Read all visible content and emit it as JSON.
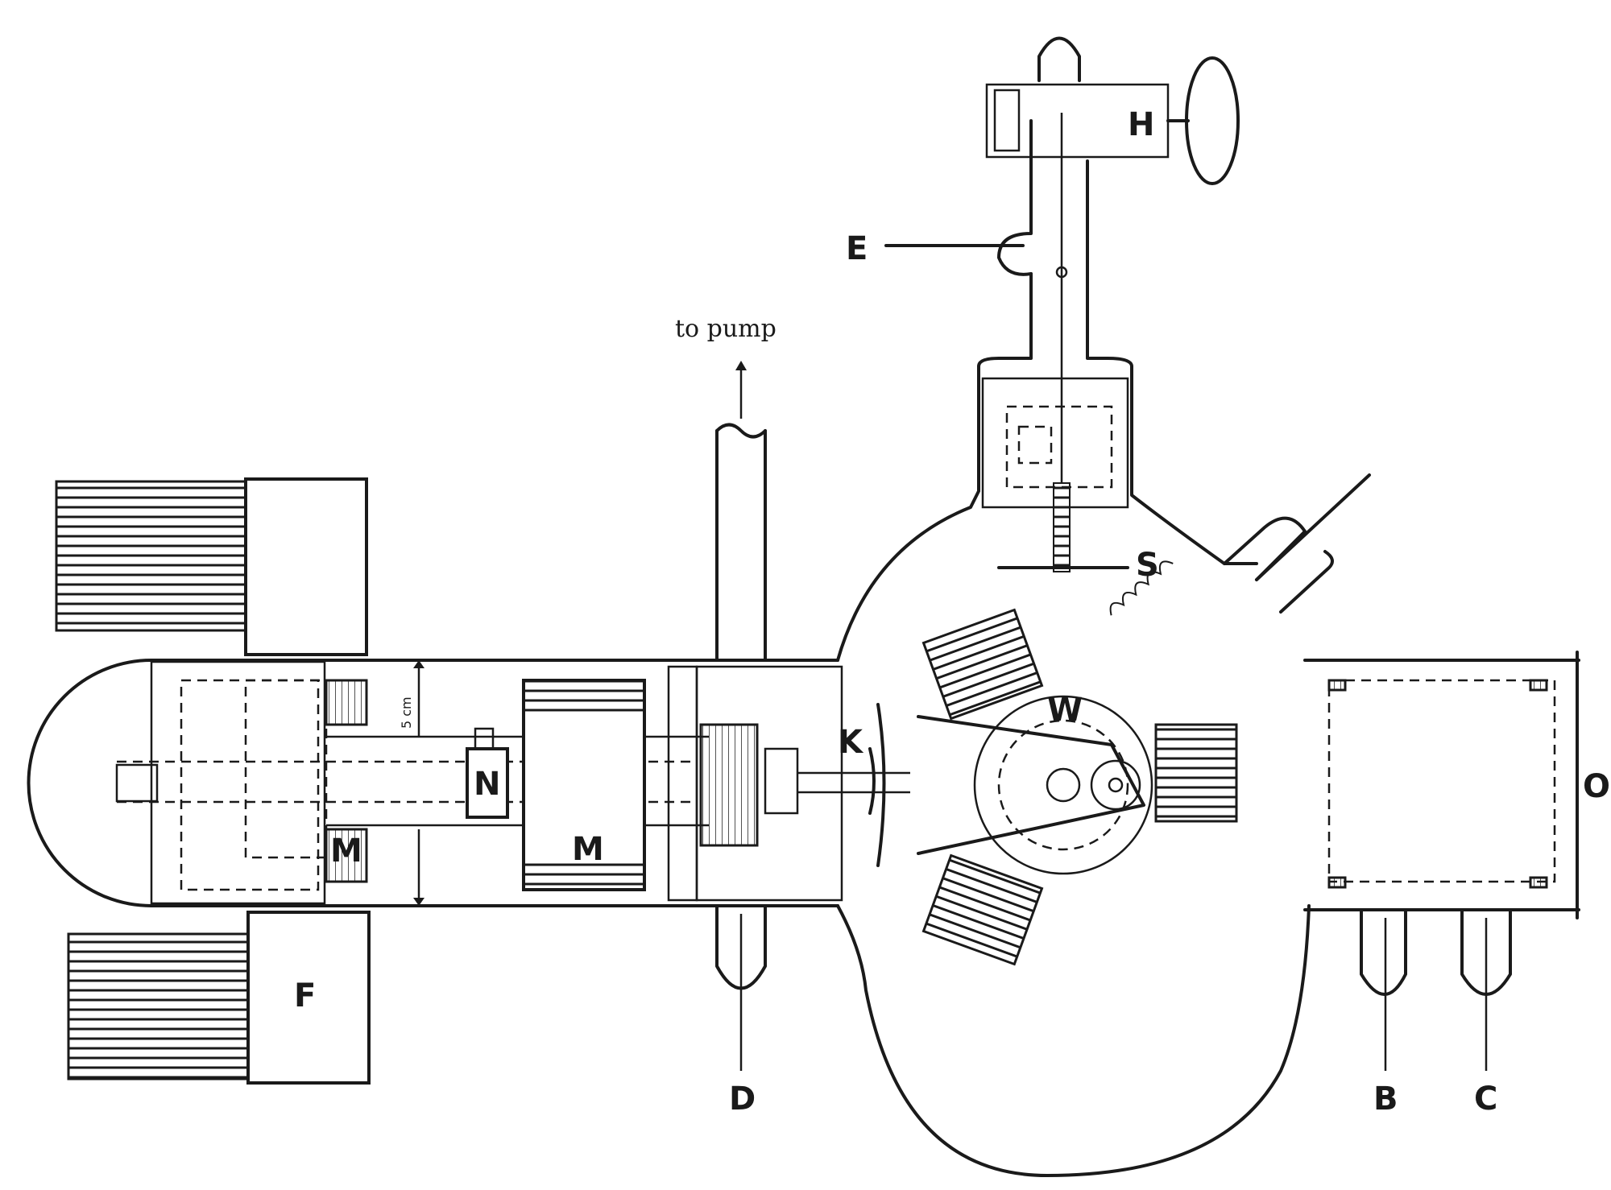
{
  "labels": {
    "H": "H",
    "E": "E",
    "S": "S",
    "to_pump": "to pump",
    "five_cm": "5 cm",
    "N": "N",
    "M_small": "M",
    "M_large": "M",
    "K": "K",
    "W": "W",
    "O": "O",
    "F": "F",
    "D": "D",
    "B": "B",
    "C": "C"
  }
}
